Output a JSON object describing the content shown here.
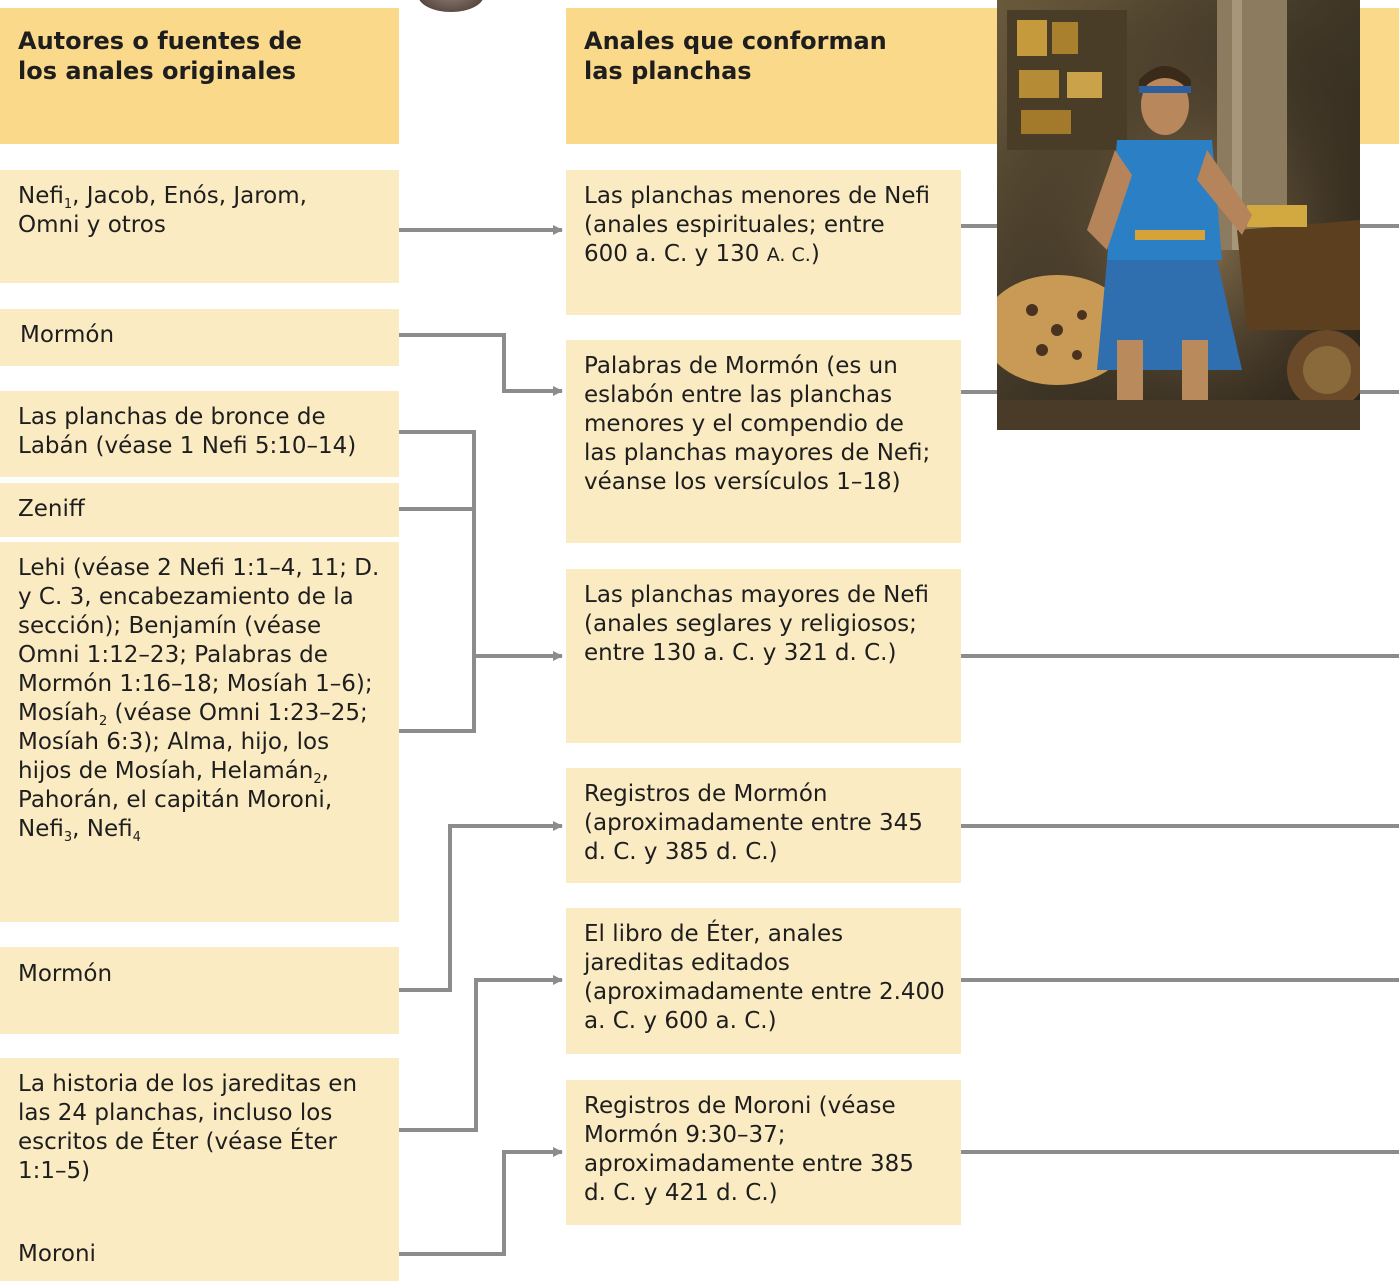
{
  "headers": {
    "left": [
      "Autores o fuentes de",
      "los anales originales"
    ],
    "right": [
      "Anales que conforman",
      "las planchas"
    ]
  },
  "sources": {
    "s1": {
      "a": "Nefi",
      "sub": "1",
      "b": ", Jacob, Enós, Jarom, Omni y otros"
    },
    "s2": "Mormón",
    "s3": "Las planchas de bronce de Labán (véase 1 Nefi 5:10–14)",
    "s4": "Zeniff",
    "s5": {
      "t1": "Lehi (véase 2 Nefi 1:1–4, 11; D. y C. 3, encabezamiento de la sección); Benjamín (véase Omni 1:12–23; Palabras de Mormón 1:16–18; Mosíah 1–6); Mosíah",
      "sub1": "2",
      "t2": " (véase Omni 1:23–25; Mosíah 6:3); Alma, hijo, los hijos de Mosíah, Helamán",
      "sub2": "2",
      "t3": ", Pahorán, el capitán Moroni, Nefi",
      "sub3": "3",
      "t4": ", Nefi",
      "sub4": "4"
    },
    "s6": "Mormón",
    "s7": "La historia de los jareditas en las 24 planchas, incluso los escritos de Éter (véase Éter 1:1–5)",
    "s8": "Moroni"
  },
  "records": {
    "r1": {
      "a": "Las planchas menores de Nefi (anales espirituales; entre 600 a. C. y 130 ",
      "sc": "A. C.",
      "b": ")"
    },
    "r2": "Palabras de Mormón (es un eslabón entre las planchas menores y el compendio de las planchas mayores de Nefi; véanse los versículos 1–18)",
    "r3": "Las planchas mayores de Nefi (anales seglares y religiosos; entre 130 a. C. y 321 d. C.)",
    "r4": "Registros de Mormón (aproximadamente entre 345 d. C. y 385 d. C.)",
    "r5": "El libro de Éter, anales jareditas editados (aproximadamente entre 2.400 a. C. y 600 a. C.)",
    "r6": "Registros de Moroni (véase Mormón 9:30–37; aproximadamente entre 385 d. C. y 421 d. C.)"
  },
  "colors": {
    "header_bg": "#fad98a",
    "box_bg": "#fbebc3",
    "connector": "#8c8c8c"
  }
}
